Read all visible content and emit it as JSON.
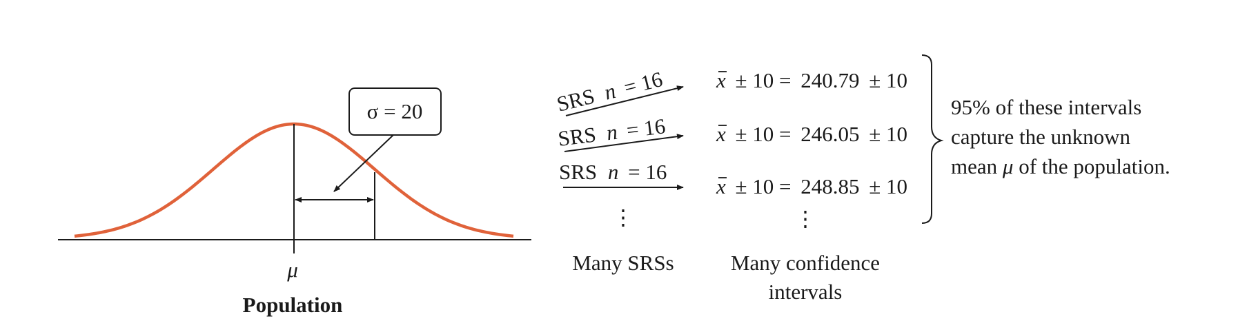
{
  "colors": {
    "curve": "#e0623a",
    "ink": "#1a1a1a"
  },
  "population": {
    "sigma_label": "σ = 20",
    "mu_label": "μ",
    "title": "Population"
  },
  "samples": {
    "arrow_label_prefix": "SRS",
    "n_symbol": "n",
    "n_value": "= 16",
    "ellipsis": "⋮",
    "caption": "Many SRSs"
  },
  "intervals": {
    "xbar": "x",
    "pm_margin": "± 10 =",
    "items": [
      {
        "mean": "240.79",
        "margin": "± 10"
      },
      {
        "mean": "246.05",
        "margin": "± 10"
      },
      {
        "mean": "248.85",
        "margin": "± 10"
      }
    ],
    "ellipsis": "⋮",
    "caption_line1": "Many confidence",
    "caption_line2": "intervals"
  },
  "conclusion": {
    "line1": "95% of these intervals",
    "line2": "capture the unknown",
    "line3_prefix": "mean ",
    "line3_mu": "μ",
    "line3_suffix": " of the population."
  }
}
